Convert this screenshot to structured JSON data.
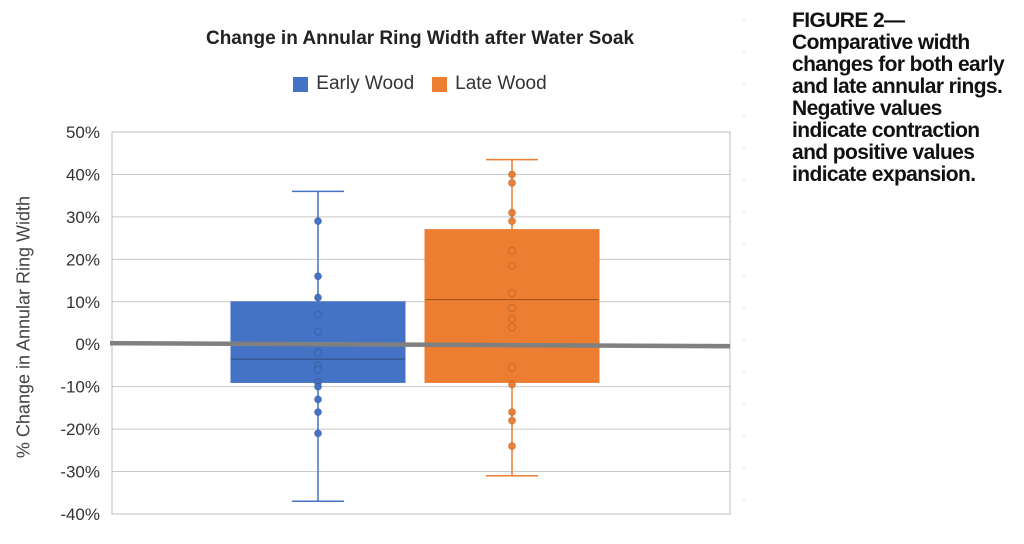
{
  "chart_data": {
    "type": "box",
    "title": "Change in Annular Ring Width after Water Soak",
    "ylabel": "% Change in Annular Ring Width",
    "ylim": [
      -40,
      50
    ],
    "yticks": [
      "50%",
      "40%",
      "30%",
      "20%",
      "10%",
      "0%",
      "-10%",
      "-20%",
      "-30%",
      "-40%"
    ],
    "ytick_values": [
      50,
      40,
      30,
      20,
      10,
      0,
      -10,
      -20,
      -30,
      -40
    ],
    "legend_position": "top-center",
    "grid": true,
    "series": [
      {
        "name": "Early Wood",
        "color": "#4472C4",
        "min": -37,
        "q1": -9,
        "median": -3.5,
        "q3": 10,
        "max": 36,
        "points": [
          29,
          16,
          11,
          7,
          3,
          -2,
          -5,
          -6,
          -9,
          -10,
          -13,
          -16,
          -21
        ]
      },
      {
        "name": "Late Wood",
        "color": "#ED7D31",
        "min": -31,
        "q1": -9,
        "median": 10.5,
        "q3": 27,
        "max": 43.5,
        "points": [
          40,
          38,
          31,
          29,
          22,
          18.5,
          12,
          8.5,
          6,
          4,
          -5.5,
          -9.5,
          -16,
          -18,
          -24
        ]
      }
    ],
    "reference_line": {
      "value": 0,
      "color": "#808080"
    }
  },
  "caption": "FIGURE 2—Comparative width changes for both early and late annular rings. Negative values indicate contraction and positive values indicate expansion."
}
